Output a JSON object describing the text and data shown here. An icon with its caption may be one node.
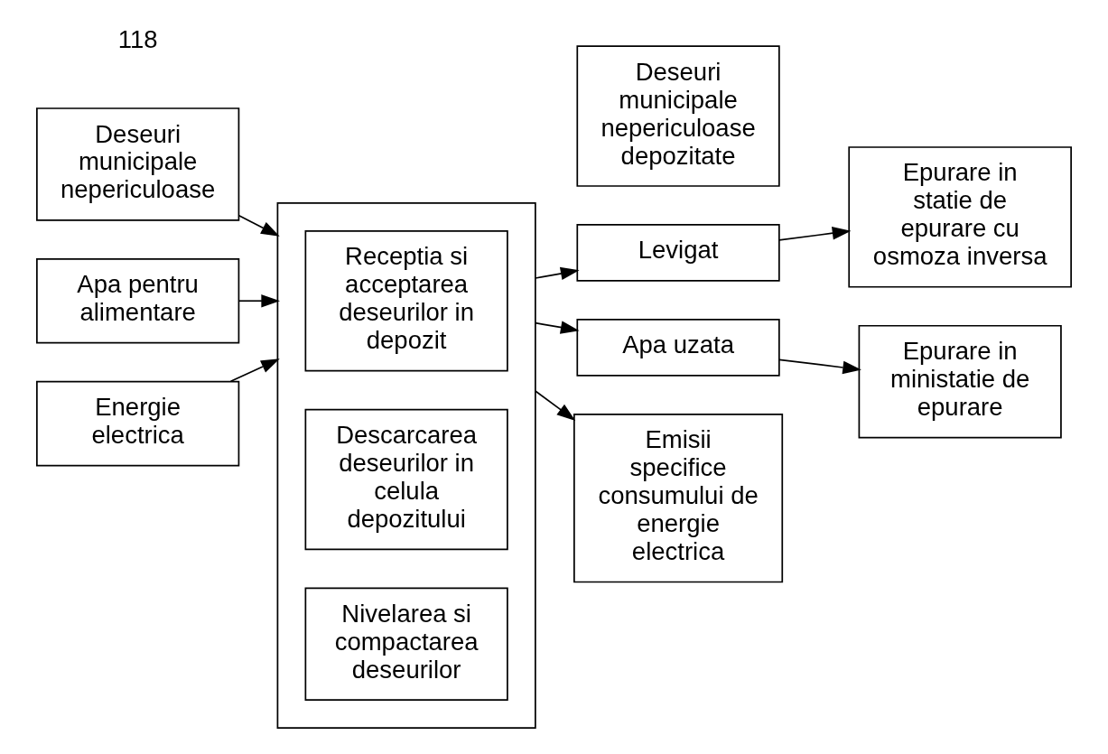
{
  "diagram": {
    "nodes": [
      {
        "text": [
          "Deseuri municipale nepericuloase"
        ]
      },
      {
        "text": [
          "Apa pentru alimentare"
        ]
      },
      {
        "text": [
          "Energie electrica"
        ]
      },
      {
        "text": [],
        "shape": "box"
      },
      {
        "text": [
          "Receptia si acceptarea deseurilor in depozit"
        ],
        "in": 3
      },
      {
        "text": [
          "Descarcarea deseurilor in celula depozitului"
        ],
        "in": 3
      },
      {
        "text": [
          "Nivelarea si compactarea deseurilor"
        ],
        "in": 3
      },
      {
        "text": [
          "Deseuri municipale nepericuloase depozitate"
        ]
      },
      {
        "text": [
          "Levigat"
        ]
      },
      {
        "text": [
          "Apa uzata"
        ]
      },
      {
        "text": [
          "Emisii specifice consumului de energie electrica"
        ]
      },
      {
        "text": [
          "Epurare in statie de epurare cu osmoza inversa"
        ]
      },
      {
        "text": [
          "Epurare in ministatie de epurare"
        ]
      }
    ],
    "edges": [
      {
        "from": 0,
        "to": 3,
        "arrow": "to"
      },
      {
        "from": 1,
        "to": 3,
        "arrow": "to"
      },
      {
        "from": 2,
        "to": 3,
        "arrow": "to"
      },
      {
        "from": 3,
        "to": 8,
        "arrow": "to"
      },
      {
        "from": 3,
        "to": 9,
        "arrow": "to"
      },
      {
        "from": 3,
        "to": 10,
        "arrow": "to"
      },
      {
        "from": 8,
        "to": 11,
        "arrow": "to"
      },
      {
        "from": 9,
        "to": 12,
        "arrow": "to"
      }
    ],
    "labels": [
      "118"
    ]
  }
}
